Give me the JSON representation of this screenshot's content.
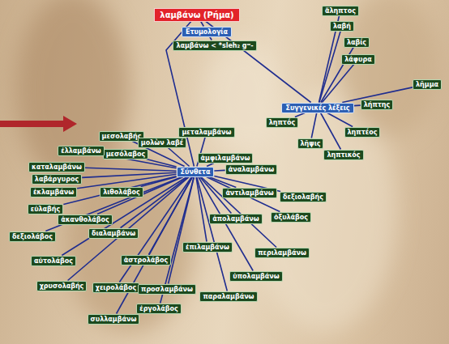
{
  "diagram": {
    "nodes": [
      {
        "text": [
          "λαμβάνω (Ρήμα)"
        ]
      },
      {
        "text": [
          "Ετυμολογία"
        ]
      },
      {
        "text": [
          "λαμβάνω < *sleh₂ gʷ-"
        ]
      },
      {
        "text": [
          "ἄληπτος"
        ]
      },
      {
        "text": [
          "λαβή"
        ]
      },
      {
        "text": [
          "λαβίς"
        ]
      },
      {
        "text": [
          "λάφυρα"
        ]
      },
      {
        "text": [
          "λῆμμα"
        ]
      },
      {
        "text": [
          "Συγγενικές λέξεις"
        ]
      },
      {
        "text": [
          "λήπτης"
        ]
      },
      {
        "text": [
          "ληπτός"
        ]
      },
      {
        "text": [
          "ληπτέος"
        ]
      },
      {
        "text": [
          "λῆψις"
        ]
      },
      {
        "text": [
          "ληπτικός"
        ]
      },
      {
        "text": [
          "μεταλαμβάνω"
        ]
      },
      {
        "text": [
          "μεσολαβής"
        ]
      },
      {
        "text": [
          "μολὼν λαβέ"
        ]
      },
      {
        "text": [
          "μεσόλαβος"
        ]
      },
      {
        "text": [
          "ἐλλαμβάνω"
        ]
      },
      {
        "text": [
          "ἀμφιλαμβάνω"
        ]
      },
      {
        "text": [
          "καταλαμβάνω"
        ]
      },
      {
        "text": [
          "ἀναλαμβάνω"
        ]
      },
      {
        "text": [
          "Σύνθετα"
        ]
      },
      {
        "text": [
          "λαβάργυρος"
        ]
      },
      {
        "text": [
          "ἐκλαμβάνω"
        ]
      },
      {
        "text": [
          "λιθολάβος"
        ]
      },
      {
        "text": [
          "ἀντιλαμβάνω"
        ]
      },
      {
        "text": [
          "δεξιολαβής"
        ]
      },
      {
        "text": [
          "εὐλαβής"
        ]
      },
      {
        "text": [
          "ἀκανθολάβος"
        ]
      },
      {
        "text": [
          "ἀπολαμβάνω"
        ]
      },
      {
        "text": [
          "ὀξυλάβος"
        ]
      },
      {
        "text": [
          "διαλαμβάνω"
        ]
      },
      {
        "text": [
          "δεξιολάβος"
        ]
      },
      {
        "text": [
          "ἐπιλαμβάνω"
        ]
      },
      {
        "text": [
          "περιλαμβάνω"
        ]
      },
      {
        "text": [
          "ἀστρολάβος"
        ]
      },
      {
        "text": [
          "αὐτολάβος"
        ]
      },
      {
        "text": [
          "ὑπολαμβάνω"
        ]
      },
      {
        "text": [
          "χρυσολαβής"
        ]
      },
      {
        "text": [
          "χειρολάβος"
        ]
      },
      {
        "text": [
          "προσλαμβάνω"
        ]
      },
      {
        "text": [
          "παραλαμβάνω"
        ]
      },
      {
        "text": [
          "ἐργολάβος"
        ]
      },
      {
        "text": [
          "συλλαμβάνω"
        ]
      }
    ],
    "edges": [
      {
        "from": 0,
        "to": 1,
        "arrow": "none"
      },
      {
        "from": 1,
        "to": 2,
        "arrow": "none"
      },
      {
        "from": 0,
        "to": 8,
        "arrow": "none"
      },
      {
        "from": 0,
        "to": 22,
        "arrow": "none"
      },
      {
        "from": 8,
        "to": 3,
        "arrow": "none"
      },
      {
        "from": 8,
        "to": 4,
        "arrow": "none"
      },
      {
        "from": 8,
        "to": 5,
        "arrow": "none"
      },
      {
        "from": 8,
        "to": 6,
        "arrow": "none"
      },
      {
        "from": 8,
        "to": 7,
        "arrow": "none"
      },
      {
        "from": 8,
        "to": 9,
        "arrow": "none"
      },
      {
        "from": 8,
        "to": 10,
        "arrow": "none"
      },
      {
        "from": 8,
        "to": 11,
        "arrow": "none"
      },
      {
        "from": 8,
        "to": 12,
        "arrow": "none"
      },
      {
        "from": 8,
        "to": 13,
        "arrow": "none"
      },
      {
        "from": 22,
        "to": 14,
        "arrow": "none"
      },
      {
        "from": 22,
        "to": 15,
        "arrow": "none"
      },
      {
        "from": 22,
        "to": 16,
        "arrow": "none"
      },
      {
        "from": 22,
        "to": 17,
        "arrow": "none"
      },
      {
        "from": 22,
        "to": 18,
        "arrow": "none"
      },
      {
        "from": 22,
        "to": 19,
        "arrow": "none"
      },
      {
        "from": 22,
        "to": 20,
        "arrow": "none"
      },
      {
        "from": 22,
        "to": 21,
        "arrow": "none"
      },
      {
        "from": 22,
        "to": 23,
        "arrow": "none"
      },
      {
        "from": 22,
        "to": 24,
        "arrow": "none"
      },
      {
        "from": 22,
        "to": 25,
        "arrow": "none"
      },
      {
        "from": 22,
        "to": 26,
        "arrow": "none"
      },
      {
        "from": 22,
        "to": 27,
        "arrow": "none"
      },
      {
        "from": 22,
        "to": 28,
        "arrow": "none"
      },
      {
        "from": 22,
        "to": 29,
        "arrow": "none"
      },
      {
        "from": 22,
        "to": 30,
        "arrow": "none"
      },
      {
        "from": 22,
        "to": 31,
        "arrow": "none"
      },
      {
        "from": 22,
        "to": 32,
        "arrow": "none"
      },
      {
        "from": 22,
        "to": 33,
        "arrow": "none"
      },
      {
        "from": 22,
        "to": 34,
        "arrow": "none"
      },
      {
        "from": 22,
        "to": 35,
        "arrow": "none"
      },
      {
        "from": 22,
        "to": 36,
        "arrow": "none"
      },
      {
        "from": 22,
        "to": 37,
        "arrow": "none"
      },
      {
        "from": 22,
        "to": 38,
        "arrow": "none"
      },
      {
        "from": 22,
        "to": 39,
        "arrow": "none"
      },
      {
        "from": 22,
        "to": 40,
        "arrow": "none"
      },
      {
        "from": 22,
        "to": 41,
        "arrow": "none"
      },
      {
        "from": 22,
        "to": 42,
        "arrow": "none"
      },
      {
        "from": 22,
        "to": 43,
        "arrow": "none"
      },
      {
        "from": 22,
        "to": 44,
        "arrow": "none"
      }
    ]
  }
}
